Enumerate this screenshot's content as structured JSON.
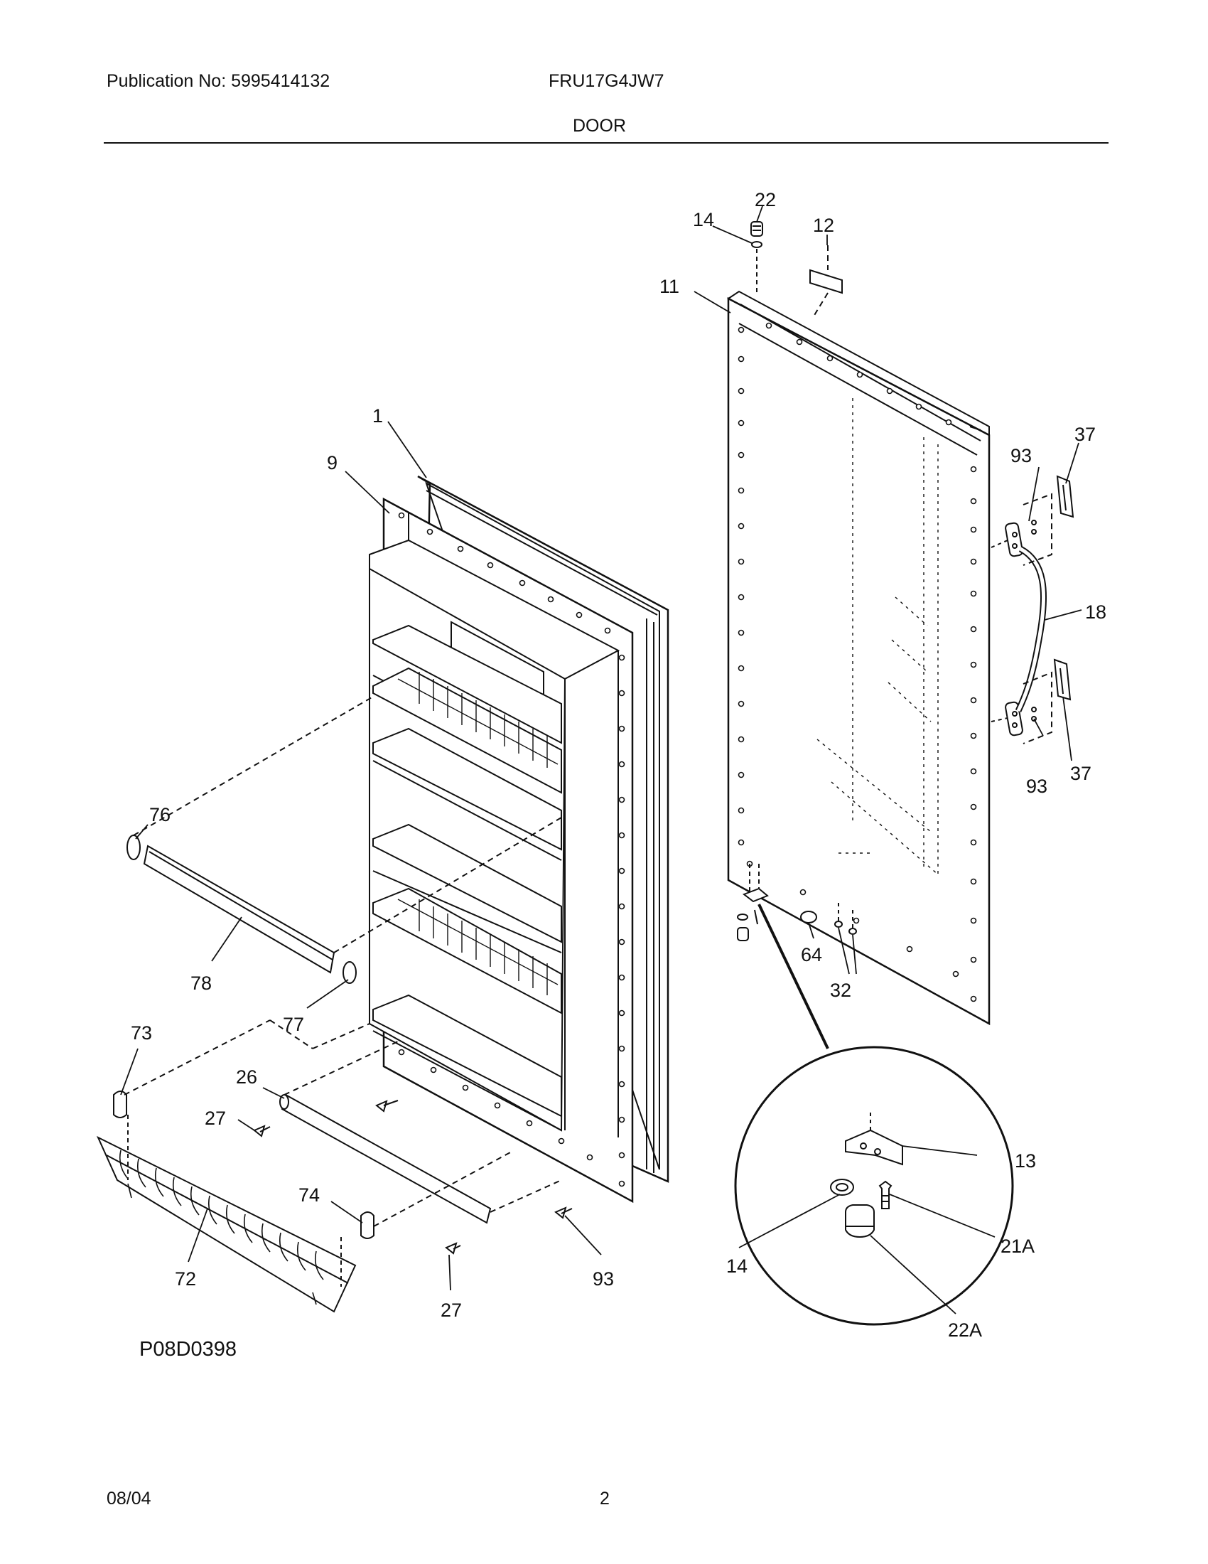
{
  "header": {
    "publication": "Publication No: 5995414132",
    "model": "FRU17G4JW7",
    "section": "DOOR"
  },
  "diagram": {
    "drawing_code": "P08D0398",
    "callouts": {
      "c1": "1",
      "c9": "9",
      "c11": "11",
      "c12": "12",
      "c13": "13",
      "c14_top": "14",
      "c14_detail": "14",
      "c18": "18",
      "c21a": "21A",
      "c22_top": "22",
      "c22a": "22A",
      "c26": "26",
      "c27_left": "27",
      "c27_bottom": "27",
      "c32": "32",
      "c37_top": "37",
      "c37_bottom": "37",
      "c64": "64",
      "c72": "72",
      "c73": "73",
      "c74": "74",
      "c76": "76",
      "c77": "77",
      "c78": "78",
      "c93_top": "93",
      "c93_right": "93",
      "c93_bottom": "93"
    }
  },
  "footer": {
    "date": "08/04",
    "page": "2"
  }
}
